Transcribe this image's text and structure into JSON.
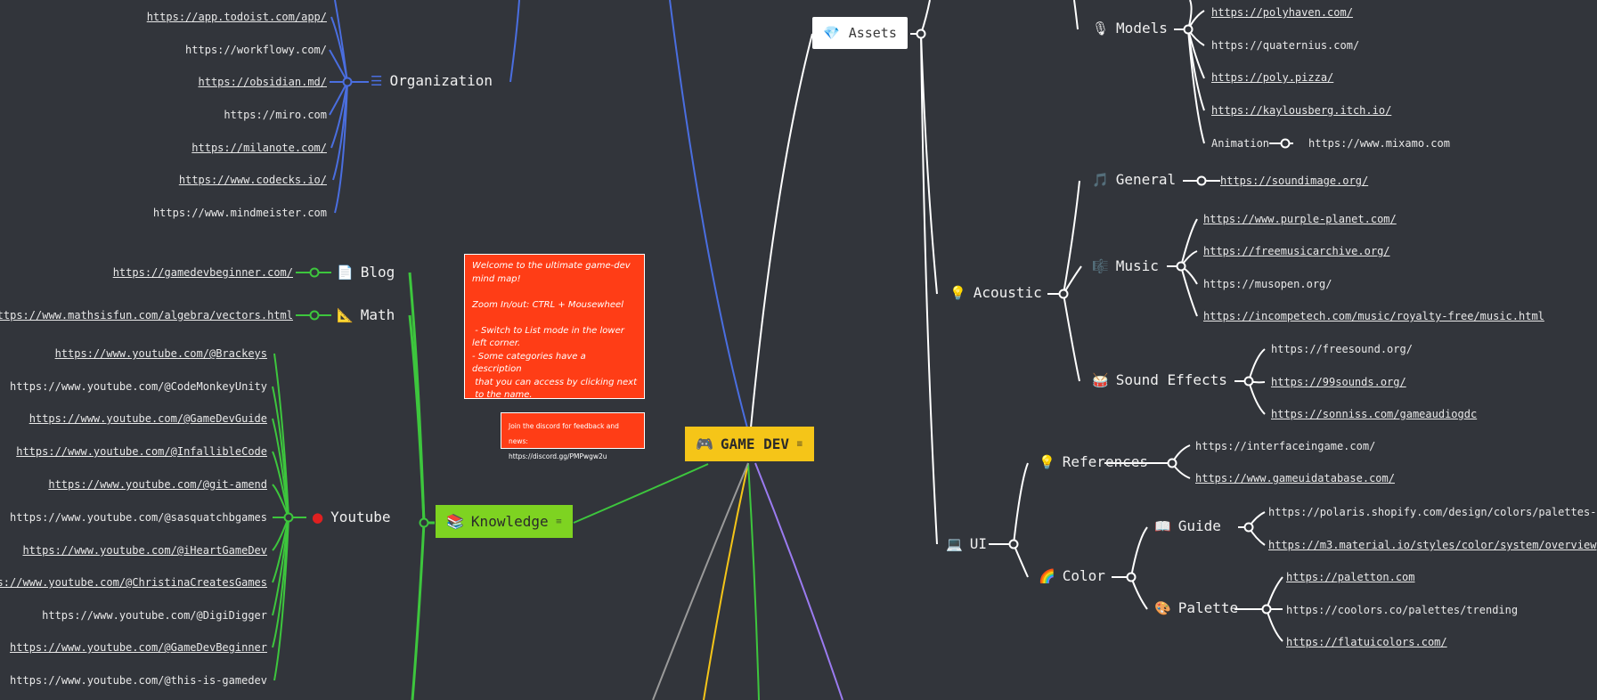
{
  "central": {
    "icon": "gamepad-icon",
    "label": "GAME DEV"
  },
  "notes": {
    "welcome": "Welcome to the ultimate game-dev\nmind map!\n\nZoom In/out: CTRL + Mousewheel\n\n - Switch to List mode in the lower\nleft corner.\n- Some categories have a description\n that you can access by clicking next\n to the name.",
    "discord": "Join the discord for feedback and news:\nhttps://discord.gg/PMPwgw2u"
  },
  "organization": {
    "label": "Organization",
    "icon": "list-icon",
    "links": [
      "https://app.todoist.com/app/",
      "https://workflowy.com/",
      "https://obsidian.md/",
      "https://miro.com",
      "https://milanote.com/",
      "https://www.codecks.io/",
      "https://www.mindmeister.com"
    ]
  },
  "knowledge": {
    "label": "Knowledge",
    "icon": "books-icon",
    "blog": {
      "label": "Blog",
      "icon": "page-icon",
      "link": "https://gamedevbeginner.com/"
    },
    "math": {
      "label": "Math",
      "icon": "triangle-ruler-icon",
      "link": "https://www.mathsisfun.com/algebra/vectors.html"
    },
    "youtube": {
      "label": "Youtube",
      "icon": "red-circle-icon",
      "links": [
        "https://www.youtube.com/@Brackeys",
        "https://www.youtube.com/@CodeMonkeyUnity",
        "https://www.youtube.com/@GameDevGuide",
        "https://www.youtube.com/@InfallibleCode",
        "https://www.youtube.com/@git-amend",
        "https://www.youtube.com/@sasquatchbgames",
        "https://www.youtube.com/@iHeartGameDev",
        "ps://www.youtube.com/@ChristinaCreatesGames",
        "https://www.youtube.com/@DigiDigger",
        "https://www.youtube.com/@GameDevBeginner",
        "https://www.youtube.com/@this-is-gamedev"
      ]
    }
  },
  "assets": {
    "label": "Assets",
    "icon": "gem-icon",
    "models": {
      "label": "Models",
      "icon": "microphone-icon",
      "links": [
        "https://polyhaven.com/",
        "https://quaternius.com/",
        "https://poly.pizza/",
        "https://kaylousberg.itch.io/"
      ],
      "animation": {
        "label": "Animation",
        "link": "https://www.mixamo.com"
      }
    },
    "acoustic": {
      "label": "Acoustic",
      "icon": "lightbulb-icon",
      "general": {
        "label": "General",
        "icon": "note-icon",
        "link": "https://soundimage.org/"
      },
      "music": {
        "label": "Music",
        "icon": "music-icon",
        "links": [
          "https://www.purple-planet.com/",
          "https://freemusicarchive.org/",
          "https://musopen.org/",
          "https://incompetech.com/music/royalty-free/music.html"
        ]
      },
      "sfx": {
        "label": "Sound Effects",
        "icon": "drum-icon",
        "links": [
          "https://freesound.org/",
          "https://99sounds.org/",
          "https://sonniss.com/gameaudiogdc"
        ]
      }
    },
    "ui": {
      "label": "UI",
      "icon": "laptop-icon",
      "references": {
        "label": "References",
        "icon": "lightbulb-icon",
        "links": [
          "https://interfaceingame.com/",
          "https://www.gameuidatabase.com/"
        ]
      },
      "color": {
        "label": "Color",
        "icon": "rainbow-icon",
        "guide": {
          "label": "Guide",
          "icon": "book-icon",
          "links": [
            "https://polaris.shopify.com/design/colors/palettes-an",
            "https://m3.material.io/styles/color/system/overview"
          ]
        },
        "palette": {
          "label": "Palette",
          "icon": "palette-icon",
          "links": [
            "https://paletton.com",
            "https://coolors.co/palettes/trending",
            "https://flatuicolors.com/"
          ]
        }
      }
    }
  },
  "colors": {
    "background": "#32353b",
    "organization_branch": "#4a6ee0",
    "knowledge_branch": "#3dc63d",
    "assets_branch": "#ffffff",
    "gold": "#f5c518",
    "green": "#7ed321",
    "note_red": "#ff3d16",
    "purple_branch": "#9b7bf0",
    "gray_branch": "#9a9a9a"
  }
}
